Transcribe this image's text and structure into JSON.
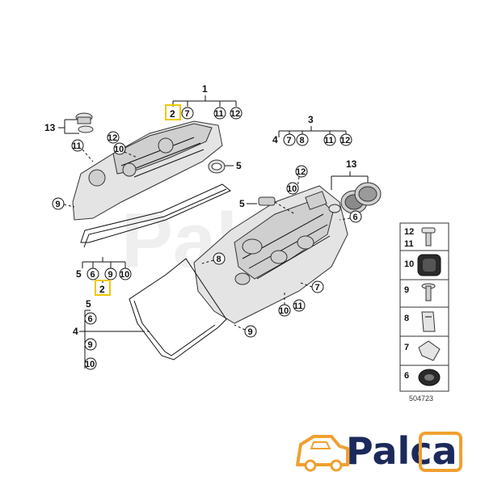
{
  "diagram_number": "504723",
  "brand": "Palca",
  "colors": {
    "highlight": "#f0c800",
    "brand_navy": "#1b2a5b",
    "brand_orange": "#f0a030"
  },
  "callouts": {
    "top_group_1": {
      "main": "1",
      "items": [
        "2",
        "7",
        "11",
        "12"
      ]
    },
    "top_group_3": {
      "main": "3",
      "items": [
        "4",
        "7",
        "8",
        "11",
        "12"
      ]
    },
    "group_13_left": {
      "main": "13"
    },
    "group_13_right": {
      "main": "13"
    },
    "left_labels": [
      "11",
      "12",
      "10",
      "9",
      "5"
    ],
    "mid_labels": [
      "12",
      "10",
      "5",
      "6",
      "8",
      "7",
      "10",
      "11",
      "9"
    ],
    "bottom_left_row": [
      "5",
      "6",
      "9",
      "10"
    ],
    "bottom_left_highlight": "2",
    "bottom_left_stack": {
      "label_5": "5",
      "label_4": "4",
      "items": [
        "6",
        "9",
        "10"
      ]
    }
  },
  "legend": [
    {
      "labels": [
        "12",
        "11"
      ],
      "icon": "bolt-icon"
    },
    {
      "labels": [
        "10"
      ],
      "icon": "grommet-icon"
    },
    {
      "labels": [
        "9"
      ],
      "icon": "stud-icon"
    },
    {
      "labels": [
        "8"
      ],
      "icon": "clip-icon"
    },
    {
      "labels": [
        "7"
      ],
      "icon": "bracket-icon"
    },
    {
      "labels": [
        "6"
      ],
      "icon": "bushing-icon"
    }
  ]
}
